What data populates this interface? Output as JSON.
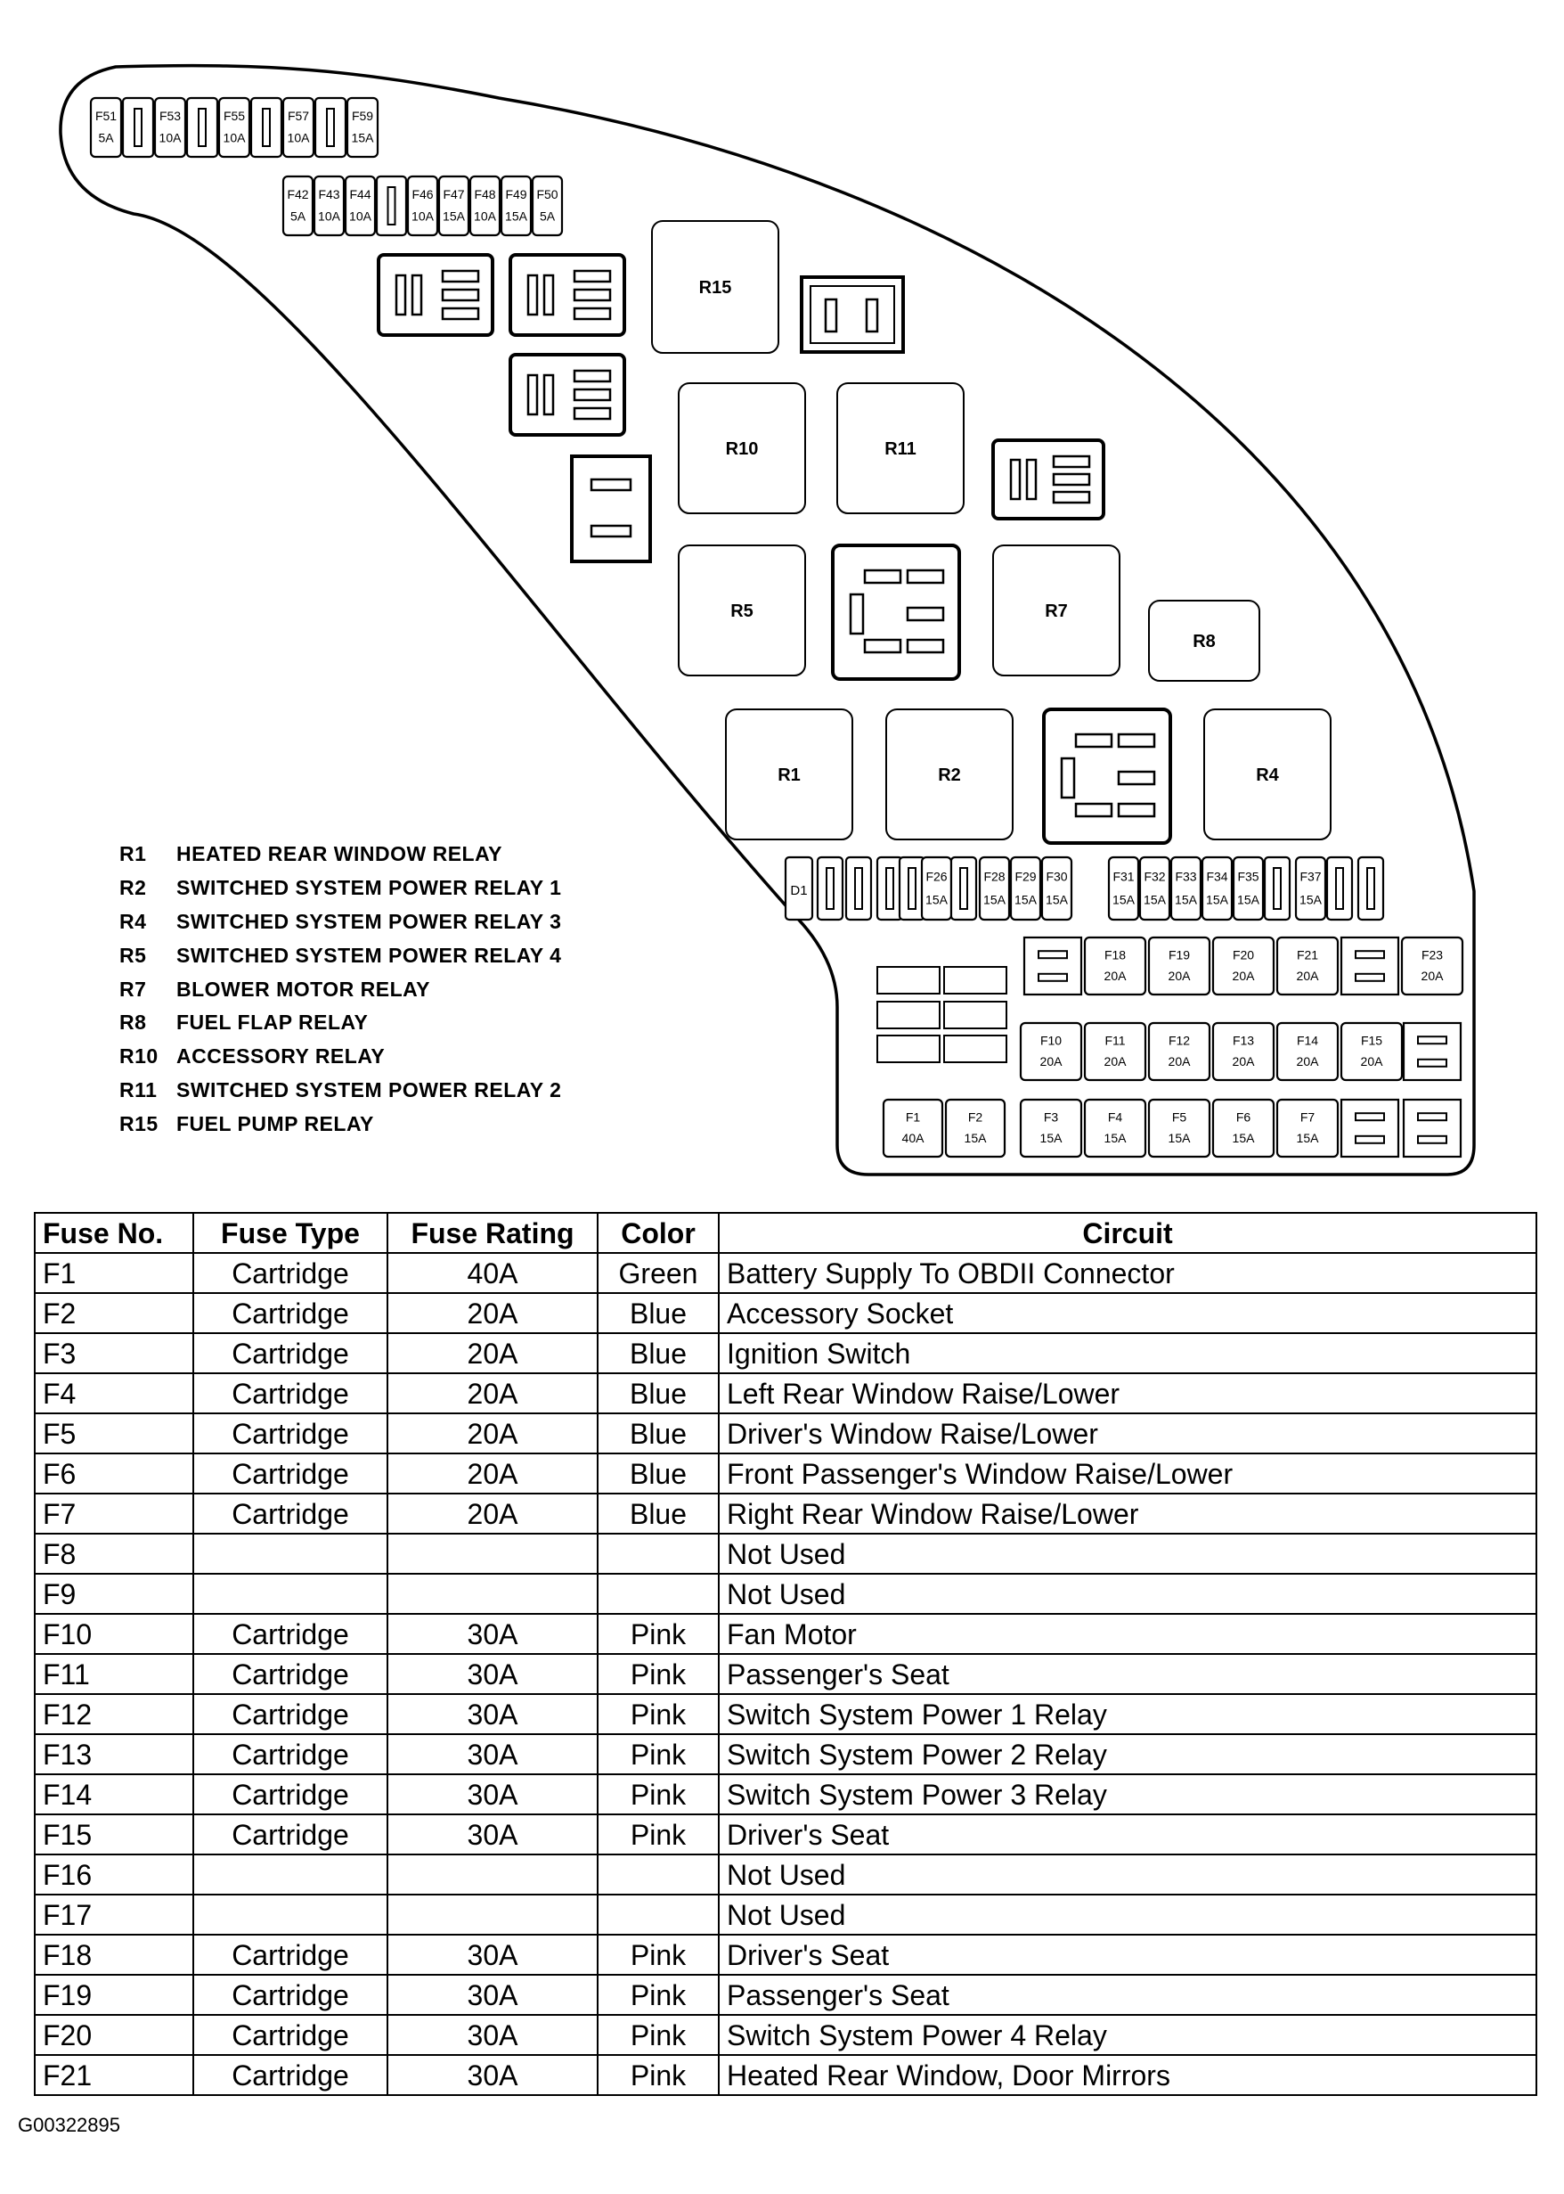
{
  "fuses_top": [
    {
      "id": "F51",
      "rating": "5A"
    },
    {
      "id": "F53",
      "rating": "10A"
    },
    {
      "id": "F55",
      "rating": "10A"
    },
    {
      "id": "F57",
      "rating": "10A"
    },
    {
      "id": "F59",
      "rating": "15A"
    }
  ],
  "fuses_second": [
    {
      "id": "F42",
      "rating": "5A"
    },
    {
      "id": "F43",
      "rating": "10A"
    },
    {
      "id": "F44",
      "rating": "10A"
    },
    {
      "id": "F46",
      "rating": "10A"
    },
    {
      "id": "F47",
      "rating": "15A"
    },
    {
      "id": "F48",
      "rating": "10A"
    },
    {
      "id": "F49",
      "rating": "15A"
    },
    {
      "id": "F50",
      "rating": "5A"
    }
  ],
  "relays": [
    {
      "id": "R15",
      "label": "R15"
    },
    {
      "id": "R10",
      "label": "R10"
    },
    {
      "id": "R11",
      "label": "R11"
    },
    {
      "id": "R5",
      "label": "R5"
    },
    {
      "id": "R7",
      "label": "R7"
    },
    {
      "id": "R8",
      "label": "R8"
    },
    {
      "id": "R1",
      "label": "R1"
    },
    {
      "id": "R2",
      "label": "R2"
    },
    {
      "id": "R4",
      "label": "R4"
    }
  ],
  "diode": "D1",
  "fuses_small_row": [
    {
      "id": "F26",
      "rating": "15A"
    },
    {
      "id": "F28",
      "rating": "15A"
    },
    {
      "id": "F29",
      "rating": "15A"
    },
    {
      "id": "F30",
      "rating": "15A"
    },
    {
      "id": "F31",
      "rating": "15A"
    },
    {
      "id": "F32",
      "rating": "15A"
    },
    {
      "id": "F33",
      "rating": "15A"
    },
    {
      "id": "F34",
      "rating": "15A"
    },
    {
      "id": "F35",
      "rating": "15A"
    },
    {
      "id": "F37",
      "rating": "15A"
    }
  ],
  "fuses_row_a": [
    {
      "id": "F18",
      "rating": "20A"
    },
    {
      "id": "F19",
      "rating": "20A"
    },
    {
      "id": "F20",
      "rating": "20A"
    },
    {
      "id": "F21",
      "rating": "20A"
    },
    {
      "id": "F23",
      "rating": "20A"
    }
  ],
  "fuses_row_b": [
    {
      "id": "F10",
      "rating": "20A"
    },
    {
      "id": "F11",
      "rating": "20A"
    },
    {
      "id": "F12",
      "rating": "20A"
    },
    {
      "id": "F13",
      "rating": "20A"
    },
    {
      "id": "F14",
      "rating": "20A"
    },
    {
      "id": "F15",
      "rating": "20A"
    }
  ],
  "fuses_row_c": [
    {
      "id": "F1",
      "rating": "40A"
    },
    {
      "id": "F2",
      "rating": "15A"
    },
    {
      "id": "F3",
      "rating": "15A"
    },
    {
      "id": "F4",
      "rating": "15A"
    },
    {
      "id": "F5",
      "rating": "15A"
    },
    {
      "id": "F6",
      "rating": "15A"
    },
    {
      "id": "F7",
      "rating": "15A"
    }
  ],
  "legend": [
    {
      "id": "R1",
      "name": "HEATED REAR WINDOW RELAY"
    },
    {
      "id": "R2",
      "name": "SWITCHED SYSTEM POWER RELAY 1"
    },
    {
      "id": "R4",
      "name": "SWITCHED SYSTEM POWER RELAY 3"
    },
    {
      "id": "R5",
      "name": "SWITCHED SYSTEM POWER RELAY 4"
    },
    {
      "id": "R7",
      "name": "BLOWER MOTOR RELAY"
    },
    {
      "id": "R8",
      "name": "FUEL FLAP RELAY"
    },
    {
      "id": "R10",
      "name": "ACCESSORY RELAY"
    },
    {
      "id": "R11",
      "name": "SWITCHED SYSTEM POWER RELAY 2"
    },
    {
      "id": "R15",
      "name": "FUEL PUMP RELAY"
    }
  ],
  "table": {
    "headers": [
      "Fuse No.",
      "Fuse Type",
      "Fuse Rating",
      "Color",
      "Circuit"
    ],
    "rows": [
      [
        "F1",
        "Cartridge",
        "40A",
        "Green",
        "Battery Supply To OBDII Connector"
      ],
      [
        "F2",
        "Cartridge",
        "20A",
        "Blue",
        "Accessory Socket"
      ],
      [
        "F3",
        "Cartridge",
        "20A",
        "Blue",
        "Ignition Switch"
      ],
      [
        "F4",
        "Cartridge",
        "20A",
        "Blue",
        "Left Rear Window Raise/Lower"
      ],
      [
        "F5",
        "Cartridge",
        "20A",
        "Blue",
        "Driver's Window Raise/Lower"
      ],
      [
        "F6",
        "Cartridge",
        "20A",
        "Blue",
        "Front Passenger's Window Raise/Lower"
      ],
      [
        "F7",
        "Cartridge",
        "20A",
        "Blue",
        "Right Rear Window Raise/Lower"
      ],
      [
        "F8",
        "",
        "",
        "",
        "Not Used"
      ],
      [
        "F9",
        "",
        "",
        "",
        "Not Used"
      ],
      [
        "F10",
        "Cartridge",
        "30A",
        "Pink",
        "Fan Motor"
      ],
      [
        "F11",
        "Cartridge",
        "30A",
        "Pink",
        "Passenger's Seat"
      ],
      [
        "F12",
        "Cartridge",
        "30A",
        "Pink",
        "Switch System Power 1 Relay"
      ],
      [
        "F13",
        "Cartridge",
        "30A",
        "Pink",
        "Switch System Power 2 Relay"
      ],
      [
        "F14",
        "Cartridge",
        "30A",
        "Pink",
        "Switch System Power 3 Relay"
      ],
      [
        "F15",
        "Cartridge",
        "30A",
        "Pink",
        "Driver's Seat"
      ],
      [
        "F16",
        "",
        "",
        "",
        "Not Used"
      ],
      [
        "F17",
        "",
        "",
        "",
        "Not Used"
      ],
      [
        "F18",
        "Cartridge",
        "30A",
        "Pink",
        "Driver's Seat"
      ],
      [
        "F19",
        "Cartridge",
        "30A",
        "Pink",
        "Passenger's Seat"
      ],
      [
        "F20",
        "Cartridge",
        "30A",
        "Pink",
        "Switch System Power 4 Relay"
      ],
      [
        "F21",
        "Cartridge",
        "30A",
        "Pink",
        "Heated Rear Window, Door Mirrors"
      ]
    ]
  },
  "figure_code": "G00322895"
}
